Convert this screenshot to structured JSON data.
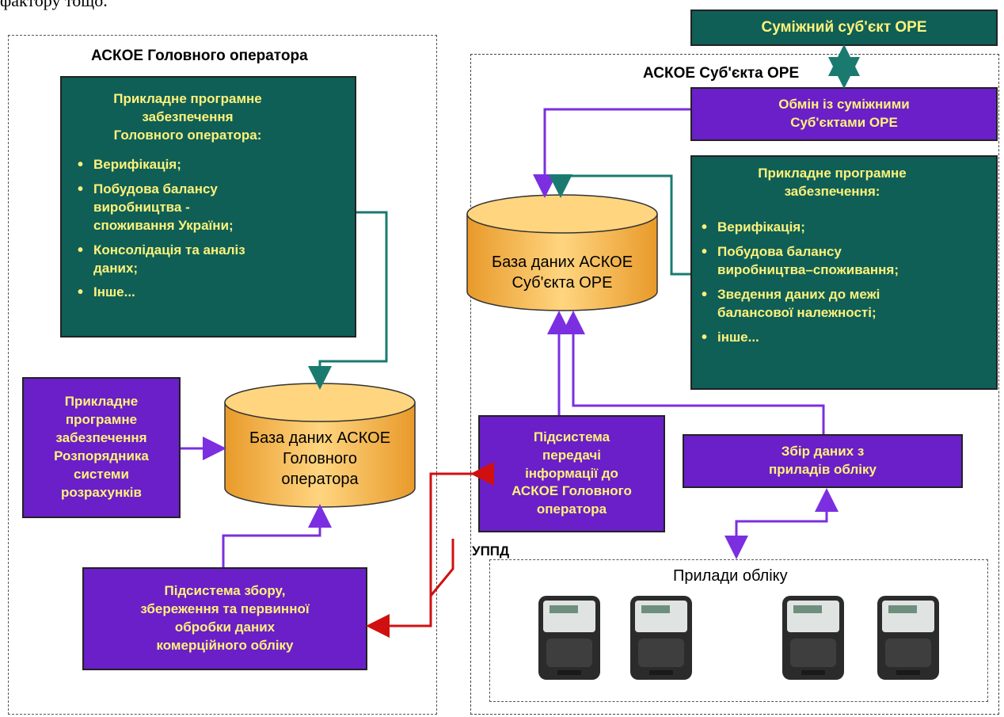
{
  "top_fragment": "фактору тощо.",
  "left_region": {
    "title": "АСКОЕ Головного оператора",
    "software_main": {
      "heading": [
        "Прикладне програмне",
        "забезпечення",
        "Головного оператора:"
      ],
      "items": [
        "Верифікація;",
        "Побудова балансу виробництва - споживання України;",
        "Консолідація та аналіз даних;",
        "Інше..."
      ]
    },
    "software_dispatcher": [
      "Прикладне",
      "програмне",
      "забезпечення",
      "Розпорядника",
      "системи",
      "розрахунків"
    ],
    "db": [
      "База даних АСКОЕ",
      "Головного",
      "оператора"
    ],
    "collection": [
      "Підсистема збору,",
      "збереження та первинної",
      "обробки даних",
      "комерційного обліку"
    ]
  },
  "right_region": {
    "neighbor_subject": "Суміжний суб'єкт ОРЕ",
    "title": "АСКОЕ Суб'єкта ОРЕ",
    "exchange": [
      "Обмін із суміжними",
      "Суб'єктами ОРЕ"
    ],
    "db": [
      "База даних АСКОЕ",
      "Суб'єкта ОРЕ"
    ],
    "software": {
      "heading": [
        "Прикладне програмне",
        "забезпечення:"
      ],
      "items": [
        "Верифікація;",
        "Побудова балансу виробництва–споживання;",
        "Зведення даних до межі балансової належності;",
        "інше..."
      ]
    },
    "transfer": [
      "Підсистема",
      "передачі",
      "інформації до",
      "АСКОЕ Головного",
      "оператора"
    ],
    "gather": [
      "Збір даних з",
      "приладів обліку"
    ],
    "uppd": "УППД",
    "meters_title": "Прилади обліку"
  },
  "colors": {
    "teal": "#0f5f57",
    "purple": "#6a1fc8",
    "yellow_text": "#fff27a",
    "db_fill": "#f5b94a",
    "red_arrow": "#d01010"
  }
}
